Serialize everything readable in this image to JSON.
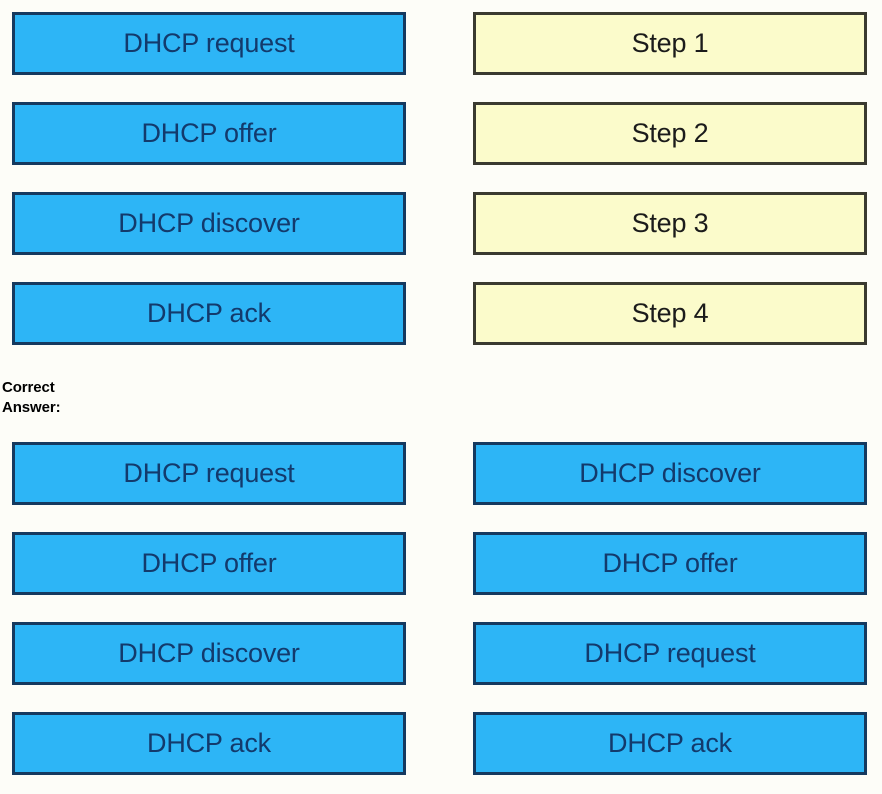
{
  "colors": {
    "background": "#fdfdf8",
    "tile_blue_fill": "#2db5f6",
    "tile_blue_border": "#15395f",
    "tile_blue_text": "#133a6c",
    "tile_yellow_fill": "#fbfbcb",
    "tile_yellow_border": "#3a3a30",
    "tile_yellow_text": "#1b1b1b",
    "caption_text": "#000000"
  },
  "question": {
    "source_items": [
      {
        "label": "DHCP request"
      },
      {
        "label": "DHCP offer"
      },
      {
        "label": "DHCP discover"
      },
      {
        "label": "DHCP ack"
      }
    ],
    "target_slots": [
      {
        "label": "Step 1"
      },
      {
        "label": "Step 2"
      },
      {
        "label": "Step 3"
      },
      {
        "label": "Step 4"
      }
    ]
  },
  "correct_answer": {
    "caption_line_1": "Correct",
    "caption_line_2": "Answer:",
    "source_items": [
      {
        "label": "DHCP request"
      },
      {
        "label": "DHCP offer"
      },
      {
        "label": "DHCP discover"
      },
      {
        "label": "DHCP ack"
      }
    ],
    "target_slots": [
      {
        "label": "DHCP discover"
      },
      {
        "label": "DHCP offer"
      },
      {
        "label": "DHCP request"
      },
      {
        "label": "DHCP ack"
      }
    ]
  }
}
